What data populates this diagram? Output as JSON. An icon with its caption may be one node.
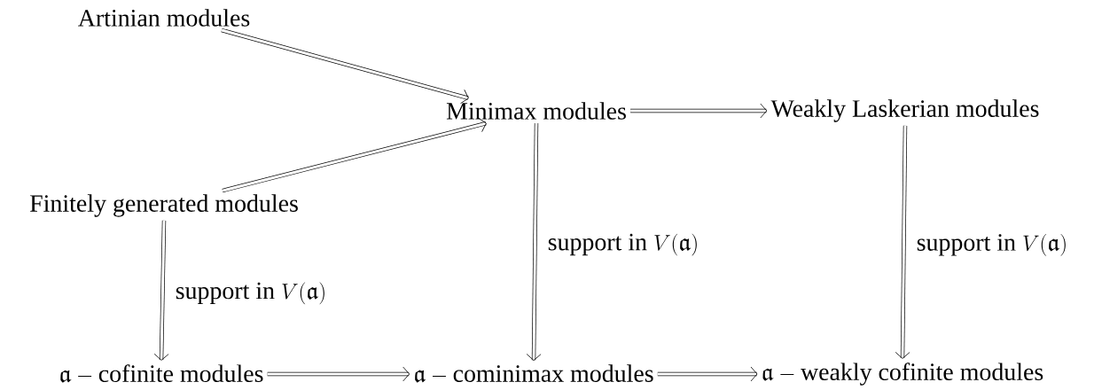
{
  "diagram": {
    "nodes": [
      {
        "text": [
          "Artinian modules"
        ]
      },
      {
        "text": [
          "Minimax modules"
        ]
      },
      {
        "text": [
          "Weakly Laskerian modules"
        ]
      },
      {
        "text": [
          "Finitely generated modules"
        ]
      },
      {
        "text": [
          "\\mathfrak{a}-\\text{cofinite modules}"
        ]
      },
      {
        "text": [
          "\\mathfrak{a}-\\text{cominimax modules}"
        ]
      },
      {
        "text": [
          "\\mathfrak{a}-\\text{weakly cofinite modules}"
        ]
      }
    ],
    "edges": [
      {
        "from": 0,
        "to": 1,
        "arrow": "to"
      },
      {
        "from": 3,
        "to": 1,
        "arrow": "to"
      },
      {
        "from": 1,
        "to": 2,
        "arrow": "to"
      },
      {
        "from": 1,
        "to": 5,
        "arrow": "to",
        "label": "\\text{support in } V(\\mathfrak{a})"
      },
      {
        "from": 2,
        "to": 6,
        "arrow": "to",
        "label": "\\text{support in } V(\\mathfrak{a})"
      },
      {
        "from": 3,
        "to": 4,
        "arrow": "to",
        "label": "\\text{support in } V(\\mathfrak{a})"
      },
      {
        "from": 4,
        "to": 5,
        "arrow": "to"
      },
      {
        "from": 5,
        "to": 6,
        "arrow": "to"
      }
    ]
  }
}
